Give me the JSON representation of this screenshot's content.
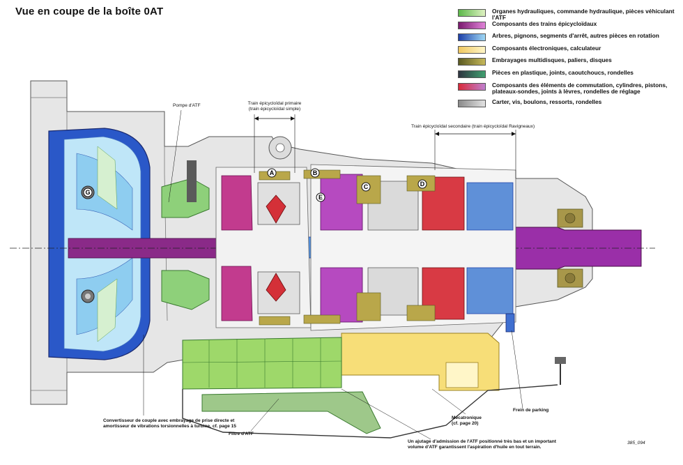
{
  "title": "Vue en coupe de la boîte 0AT",
  "legend": [
    {
      "label": "Organes hydrauliques, commande hydraulique, pièces véhiculant l'ATF",
      "color_a": "#5cb84a",
      "color_b": "#dff2c2"
    },
    {
      "label": "Composants des trains épicycloïdaux",
      "color_a": "#7a1a6e",
      "color_b": "#e083d8"
    },
    {
      "label": "Arbres, pignons, segments d'arrêt, autres pièces en rotation",
      "color_a": "#1d3fa8",
      "color_b": "#9fd8f5"
    },
    {
      "label": "Composants électroniques, calculateur",
      "color_a": "#f0c860",
      "color_b": "#fff6c8"
    },
    {
      "label": "Embrayages multidisques, paliers, disques",
      "color_a": "#5a5a22",
      "color_b": "#c6b85a"
    },
    {
      "label": "Pièces en plastique, joints, caoutchoucs, rondelles",
      "color_a": "#2e3440",
      "color_b": "#40a070"
    },
    {
      "label": "Composants des éléments de commutation, cylindres, pistons, plateaux-sondes, joints à lèvres, rondelles de réglage",
      "color_a": "#d82a3a",
      "color_b": "#c080d0"
    },
    {
      "label": "Carter, vis, boulons, ressorts, rondelles",
      "color_a": "#8a8a8a",
      "color_b": "#e2e2e2"
    }
  ],
  "labels": {
    "pompe": "Pompe d'ATF",
    "train_primaire_1": "Train épicycloïdal primaire",
    "train_primaire_2": "(train épicycloïdal simple)",
    "train_secondaire": "Train épicycloïdal secondaire (train épicycloïdal Ravigneaux)",
    "convertisseur_1": "Convertisseur de couple avec embrayage de prise directe et",
    "convertisseur_2": "amortisseur de vibrations torsionnelles à turbine, cf. page  15",
    "filtre": "Filtre d'ATF",
    "ajutage_1": "Un ajutage d'admission de l'ATF positionné très bas et un important",
    "ajutage_2": "volume d'ATF garantissent l'aspiration d'huile en tout terrain.",
    "mecatronique_1": "Mécatronique",
    "mecatronique_2": "(cf. page 20)",
    "frein": "Frein de parking",
    "ref": "385_094"
  },
  "clutch_letters": [
    "A",
    "B",
    "C",
    "D",
    "E",
    "G"
  ]
}
